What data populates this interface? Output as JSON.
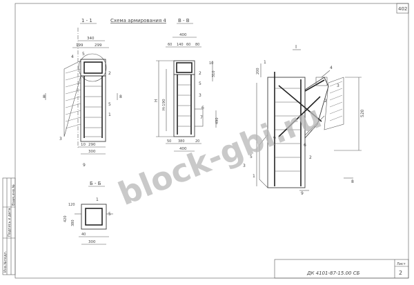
{
  "page": {
    "sheet_number": "402"
  },
  "headings": {
    "section_1_1": "1 - 1",
    "scheme_title": "Схема армирования 4",
    "section_v_v": "В - В",
    "section_b_b": "Б - Б",
    "view_i": "I"
  },
  "dims": {
    "d340": "340",
    "d199a": "199",
    "d299": "299",
    "d400": "400",
    "d60": "60",
    "d140": "140",
    "d60b": "60",
    "d80": "80",
    "d10": "10",
    "d310": "310",
    "d200": "200",
    "dH": "H",
    "dHm": "H-190",
    "d490": "490",
    "d10b": "10",
    "d290": "290",
    "d300": "300",
    "d50": "50",
    "d380": "380",
    "d20": "20",
    "d400b": "400",
    "d120": "120",
    "d520": "520",
    "d420": "420",
    "d380b": "380",
    "d300b": "300",
    "d40": "40"
  },
  "callouts": [
    "1",
    "2",
    "3",
    "4",
    "5",
    "6",
    "7",
    "8",
    "9"
  ],
  "side_stamp": {
    "line1": "Инв.№подл.",
    "line2": "Подпись и дата",
    "line3": "Взам.инв.№"
  },
  "title_block": {
    "code": "ДК 4101-87-15.00 СБ",
    "sheet_label": "Лист",
    "sheet_no": "2"
  },
  "watermark": "block-gbi.ru"
}
